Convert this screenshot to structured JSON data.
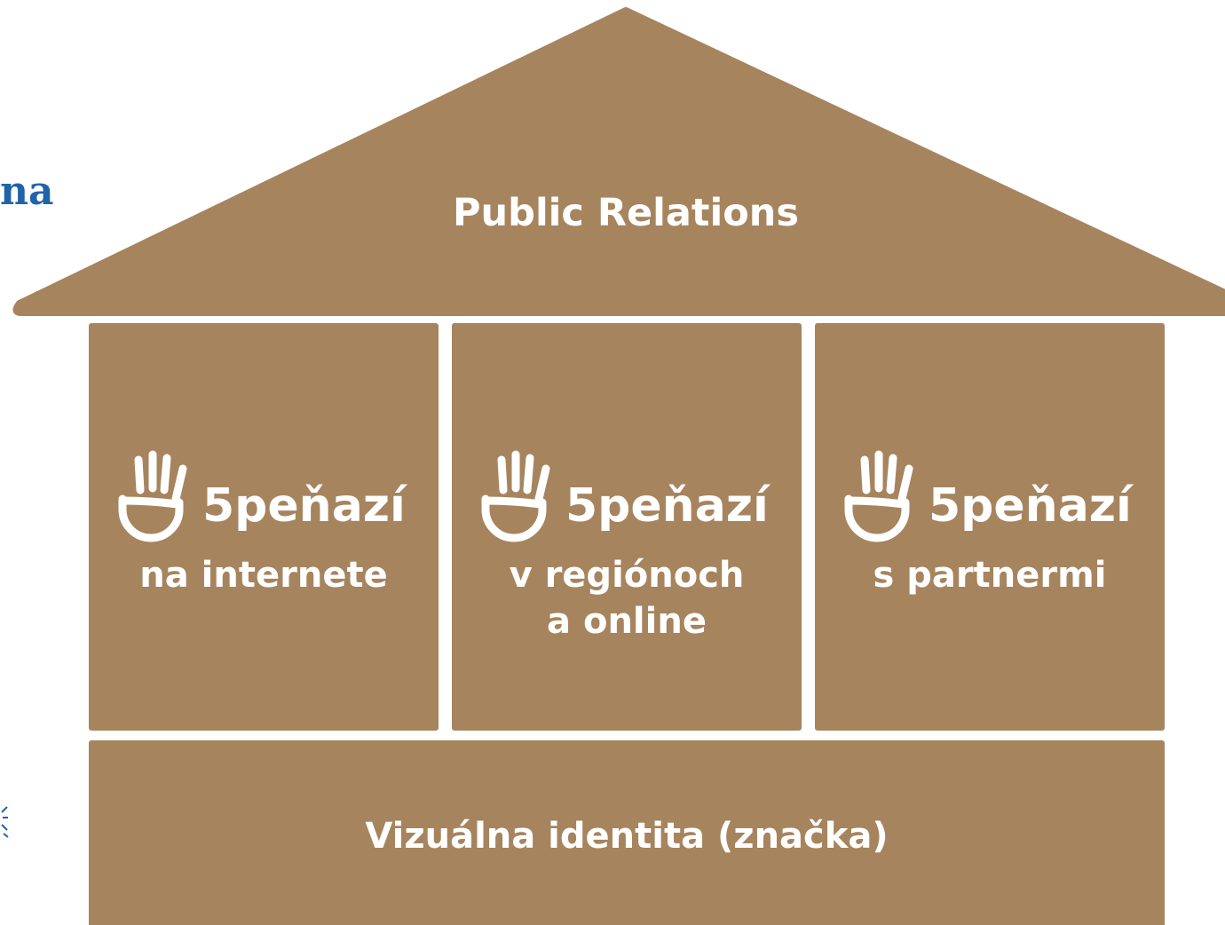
{
  "edge_fragment": "na",
  "roof": {
    "label": "Public Relations"
  },
  "pillars": [
    {
      "brand": "5peňazí",
      "lines": [
        "na internete"
      ]
    },
    {
      "brand": "5peňazí",
      "lines": [
        "v regiónoch",
        "a online"
      ]
    },
    {
      "brand": "5peňazí",
      "lines": [
        "s partnermi"
      ]
    }
  ],
  "foundation": {
    "label": "Vizuálna identita (značka)"
  },
  "colors": {
    "house": "#a6845e",
    "edge_text": "#1f63a8"
  },
  "icons": [
    "hand-icon"
  ]
}
